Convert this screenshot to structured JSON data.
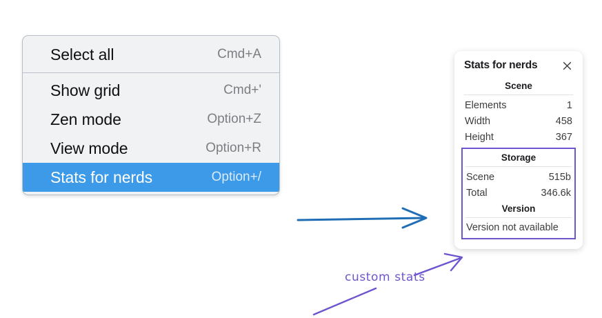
{
  "context_menu": {
    "groups": [
      {
        "items": [
          {
            "label": "Select all",
            "shortcut": "Cmd+A",
            "selected": false
          }
        ]
      },
      {
        "items": [
          {
            "label": "Show grid",
            "shortcut": "Cmd+'",
            "selected": false
          },
          {
            "label": "Zen mode",
            "shortcut": "Option+Z",
            "selected": false
          },
          {
            "label": "View mode",
            "shortcut": "Option+R",
            "selected": false
          },
          {
            "label": "Stats for nerds",
            "shortcut": "Option+/",
            "selected": true
          }
        ]
      }
    ],
    "highlight_color": "#3d9ae8"
  },
  "stats_panel": {
    "title": "Stats for nerds",
    "close_icon": "close-icon",
    "sections": [
      {
        "name": "scene",
        "heading": "Scene",
        "rows": [
          {
            "key": "Elements",
            "value": "1"
          },
          {
            "key": "Width",
            "value": "458"
          },
          {
            "key": "Height",
            "value": "367"
          }
        ]
      },
      {
        "name": "storage",
        "heading": "Storage",
        "rows": [
          {
            "key": "Scene",
            "value": "515b"
          },
          {
            "key": "Total",
            "value": "346.6k"
          }
        ]
      },
      {
        "name": "version",
        "heading": "Version",
        "text": "Version not available"
      }
    ],
    "custom_highlight_color": "#6f54cf"
  },
  "annotations": {
    "custom_stats_label": "custom stats",
    "blue_arrow_color": "#1f6eb5",
    "purple_color": "#6f54cf"
  }
}
